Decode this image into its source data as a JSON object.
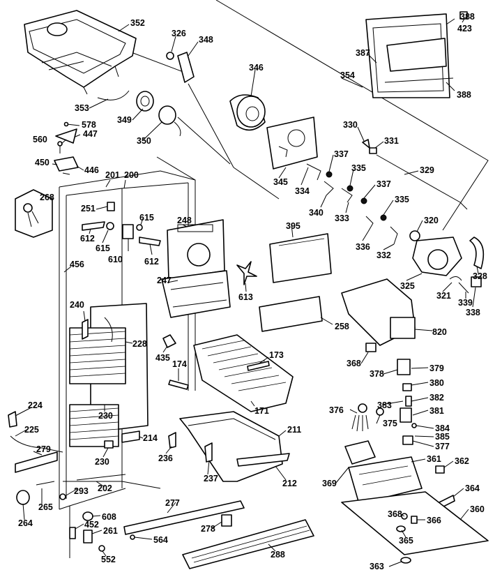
{
  "labels": [
    {
      "id": "352",
      "text": "352"
    },
    {
      "id": "326",
      "text": "326"
    },
    {
      "id": "348",
      "text": "348"
    },
    {
      "id": "346",
      "text": "346"
    },
    {
      "id": "353",
      "text": "353"
    },
    {
      "id": "349",
      "text": "349"
    },
    {
      "id": "350",
      "text": "350"
    },
    {
      "id": "578",
      "text": "578"
    },
    {
      "id": "560",
      "text": "560"
    },
    {
      "id": "447",
      "text": "447"
    },
    {
      "id": "450",
      "text": "450"
    },
    {
      "id": "446",
      "text": "446"
    },
    {
      "id": "201",
      "text": "201"
    },
    {
      "id": "200",
      "text": "200"
    },
    {
      "id": "268",
      "text": "268"
    },
    {
      "id": "251",
      "text": "251"
    },
    {
      "id": "615a",
      "text": "615"
    },
    {
      "id": "248",
      "text": "248"
    },
    {
      "id": "612a",
      "text": "612"
    },
    {
      "id": "615b",
      "text": "615"
    },
    {
      "id": "610",
      "text": "610"
    },
    {
      "id": "612b",
      "text": "612"
    },
    {
      "id": "456",
      "text": "456"
    },
    {
      "id": "247",
      "text": "247"
    },
    {
      "id": "613",
      "text": "613"
    },
    {
      "id": "240",
      "text": "240"
    },
    {
      "id": "228",
      "text": "228"
    },
    {
      "id": "435",
      "text": "435"
    },
    {
      "id": "174",
      "text": "174"
    },
    {
      "id": "173",
      "text": "173"
    },
    {
      "id": "171",
      "text": "171"
    },
    {
      "id": "224",
      "text": "224"
    },
    {
      "id": "230a",
      "text": "230"
    },
    {
      "id": "225",
      "text": "225"
    },
    {
      "id": "214",
      "text": "214"
    },
    {
      "id": "279",
      "text": "279"
    },
    {
      "id": "230b",
      "text": "230"
    },
    {
      "id": "211",
      "text": "211"
    },
    {
      "id": "236",
      "text": "236"
    },
    {
      "id": "237",
      "text": "237"
    },
    {
      "id": "212",
      "text": "212"
    },
    {
      "id": "202",
      "text": "202"
    },
    {
      "id": "293",
      "text": "293"
    },
    {
      "id": "265",
      "text": "265"
    },
    {
      "id": "264",
      "text": "264"
    },
    {
      "id": "608",
      "text": "608"
    },
    {
      "id": "277",
      "text": "277"
    },
    {
      "id": "452",
      "text": "452"
    },
    {
      "id": "261",
      "text": "261"
    },
    {
      "id": "278",
      "text": "278"
    },
    {
      "id": "564",
      "text": "564"
    },
    {
      "id": "552",
      "text": "552"
    },
    {
      "id": "288",
      "text": "288"
    },
    {
      "id": "388a",
      "text": "388"
    },
    {
      "id": "423",
      "text": "423"
    },
    {
      "id": "387",
      "text": "387"
    },
    {
      "id": "354",
      "text": "354"
    },
    {
      "id": "388b",
      "text": "388"
    },
    {
      "id": "330",
      "text": "330"
    },
    {
      "id": "331",
      "text": "331"
    },
    {
      "id": "337a",
      "text": "337"
    },
    {
      "id": "335a",
      "text": "335"
    },
    {
      "id": "329",
      "text": "329"
    },
    {
      "id": "345",
      "text": "345"
    },
    {
      "id": "334",
      "text": "334"
    },
    {
      "id": "337b",
      "text": "337"
    },
    {
      "id": "340",
      "text": "340"
    },
    {
      "id": "333",
      "text": "333"
    },
    {
      "id": "335b",
      "text": "335"
    },
    {
      "id": "320",
      "text": "320"
    },
    {
      "id": "395",
      "text": "395"
    },
    {
      "id": "336",
      "text": "336"
    },
    {
      "id": "332",
      "text": "332"
    },
    {
      "id": "328",
      "text": "328"
    },
    {
      "id": "325",
      "text": "325"
    },
    {
      "id": "321",
      "text": "321"
    },
    {
      "id": "339",
      "text": "339"
    },
    {
      "id": "338",
      "text": "338"
    },
    {
      "id": "258",
      "text": "258"
    },
    {
      "id": "820",
      "text": "820"
    },
    {
      "id": "368a",
      "text": "368"
    },
    {
      "id": "378",
      "text": "378"
    },
    {
      "id": "379",
      "text": "379"
    },
    {
      "id": "380",
      "text": "380"
    },
    {
      "id": "376",
      "text": "376"
    },
    {
      "id": "383",
      "text": "383"
    },
    {
      "id": "382",
      "text": "382"
    },
    {
      "id": "381",
      "text": "381"
    },
    {
      "id": "375",
      "text": "375"
    },
    {
      "id": "384",
      "text": "384"
    },
    {
      "id": "385",
      "text": "385"
    },
    {
      "id": "377",
      "text": "377"
    },
    {
      "id": "361",
      "text": "361"
    },
    {
      "id": "362",
      "text": "362"
    },
    {
      "id": "369",
      "text": "369"
    },
    {
      "id": "364",
      "text": "364"
    },
    {
      "id": "360",
      "text": "360"
    },
    {
      "id": "368b",
      "text": "368"
    },
    {
      "id": "366",
      "text": "366"
    },
    {
      "id": "365",
      "text": "365"
    },
    {
      "id": "363",
      "text": "363"
    }
  ]
}
